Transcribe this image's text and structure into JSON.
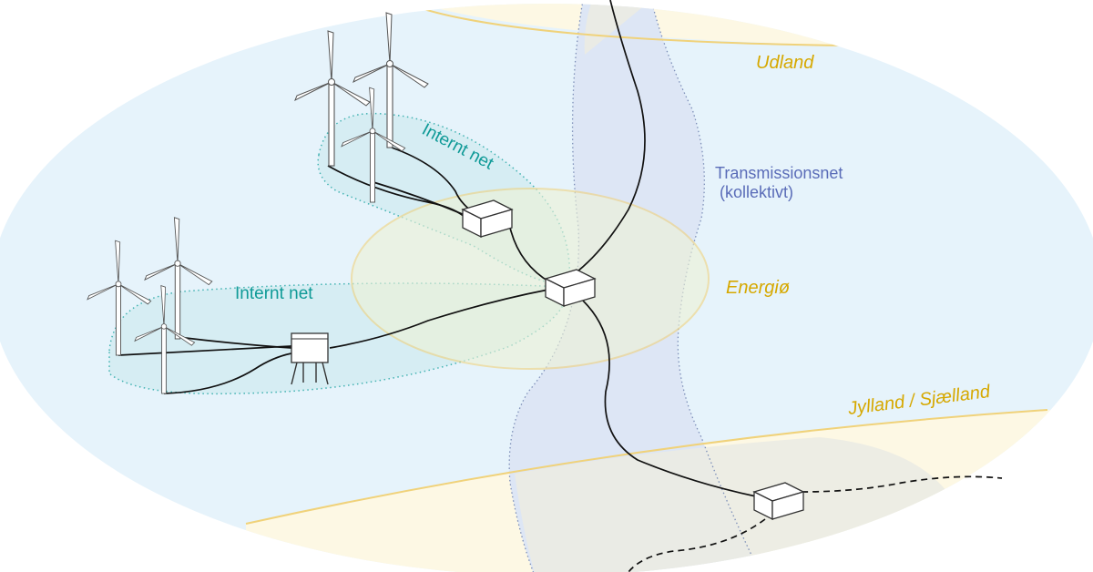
{
  "labels": {
    "udland": "Udland",
    "jylland_sjaelland": "Jylland / Sjælland",
    "energioe": "Energiø",
    "transmission_line1": "Transmissionsnet",
    "transmission_line2": "(kollektivt)",
    "internt_net_top": "Internt net",
    "internt_net_left": "Internt net"
  },
  "colors": {
    "sea": "#e6f3fb",
    "land": "#fdf8e4",
    "transmission_corridor": "#dde6f5",
    "land_corridor": "#ebebe3",
    "internal_net_zone": "#d3ecf2",
    "energy_island_zone": "#eef2d6",
    "yellow": "#f0d27a",
    "teal": "#1aa3a0",
    "blue_text": "#5a6cb8",
    "cable": "#111111"
  },
  "icons": {
    "turbine": "wind-turbine-icon",
    "substation": "substation-box-icon",
    "platform": "offshore-platform-icon"
  }
}
